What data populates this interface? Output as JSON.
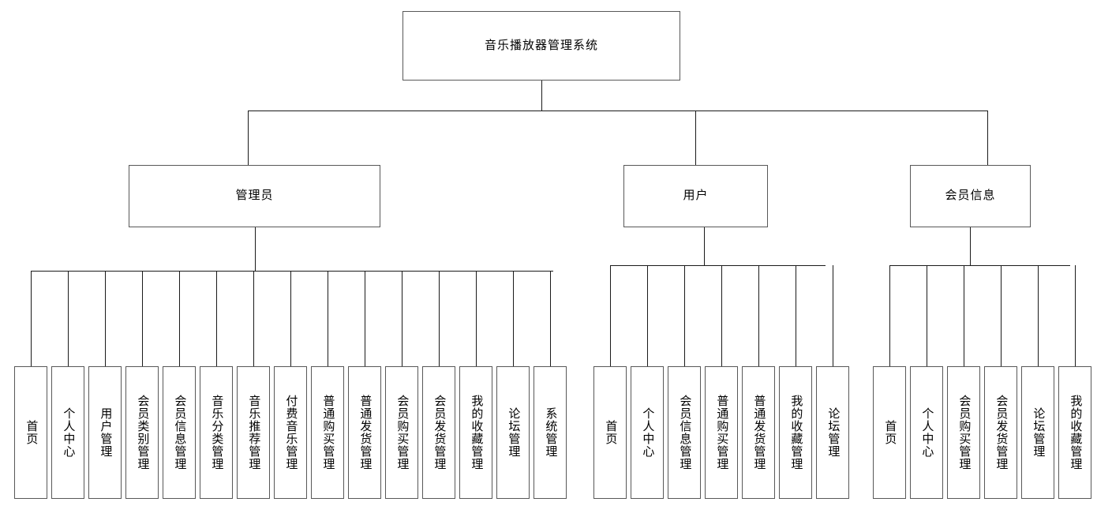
{
  "diagram": {
    "title": "音乐播放器管理系统",
    "type": "system-function-tree"
  },
  "root": {
    "label": "音乐播放器管理系统"
  },
  "branches": [
    {
      "label": "管理员",
      "leaves": [
        {
          "label": "首页"
        },
        {
          "label": "个人中心"
        },
        {
          "label": "用户管理"
        },
        {
          "label": "会员类别管理"
        },
        {
          "label": "会员信息管理"
        },
        {
          "label": "音乐分类管理"
        },
        {
          "label": "音乐推荐管理"
        },
        {
          "label": "付费音乐管理"
        },
        {
          "label": "普通购买管理"
        },
        {
          "label": "普通发货管理"
        },
        {
          "label": "会员购买管理"
        },
        {
          "label": "会员发货管理"
        },
        {
          "label": "我的收藏管理"
        },
        {
          "label": "论坛管理"
        },
        {
          "label": "系统管理"
        }
      ]
    },
    {
      "label": "用户",
      "leaves": [
        {
          "label": "首页"
        },
        {
          "label": "个人中心"
        },
        {
          "label": "会员信息管理"
        },
        {
          "label": "普通购买管理"
        },
        {
          "label": "普通发货管理"
        },
        {
          "label": "我的收藏管理"
        },
        {
          "label": "论坛管理"
        }
      ]
    },
    {
      "label": "会员信息",
      "leaves": [
        {
          "label": "首页"
        },
        {
          "label": "个人中心"
        },
        {
          "label": "会员购买管理"
        },
        {
          "label": "会员发货管理"
        },
        {
          "label": "论坛管理"
        },
        {
          "label": "我的收藏管理"
        }
      ]
    }
  ],
  "colors": {
    "box_border": "#585858",
    "connector": "#1a1a1a",
    "background": "#ffffff",
    "text": "#000000"
  }
}
